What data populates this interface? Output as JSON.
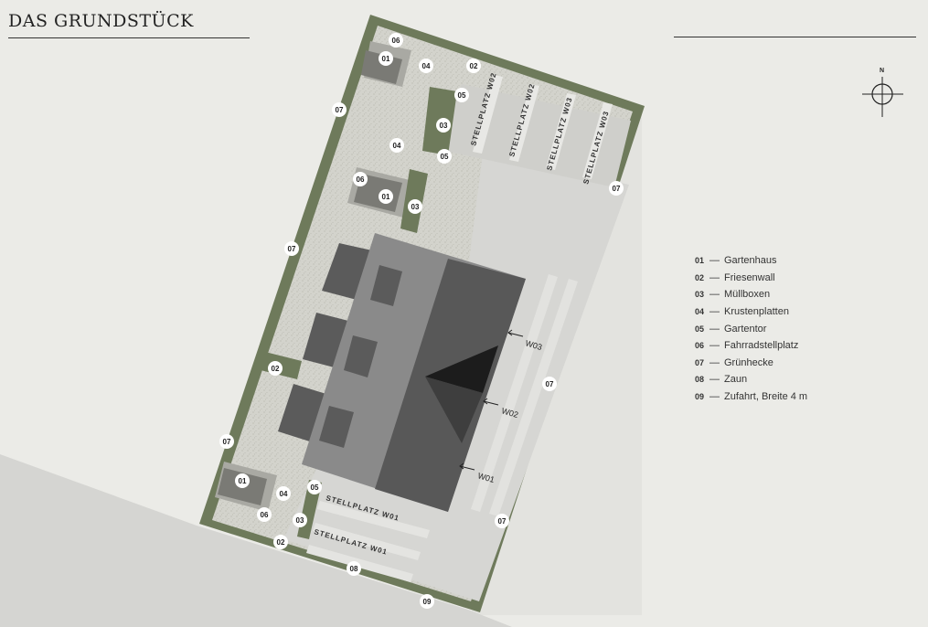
{
  "title": "DAS GRUNDSTÜCK",
  "compass": {
    "north_label": "N"
  },
  "legend": [
    {
      "num": "01",
      "label": "Gartenhaus"
    },
    {
      "num": "02",
      "label": "Friesenwall"
    },
    {
      "num": "03",
      "label": "Müllboxen"
    },
    {
      "num": "04",
      "label": "Krustenplatten"
    },
    {
      "num": "05",
      "label": "Gartentor"
    },
    {
      "num": "06",
      "label": "Fahrradstellplatz"
    },
    {
      "num": "07",
      "label": "Grünhecke"
    },
    {
      "num": "08",
      "label": "Zaun"
    },
    {
      "num": "09",
      "label": "Zufahrt, Breite 4 m"
    }
  ],
  "parking_labels": {
    "w02_a": "STELLPLATZ W02",
    "w02_b": "STELLPLATZ W02",
    "w03_a": "STELLPLATZ W03",
    "w03_b": "STELLPLATZ W03",
    "w01_a": "STELLPLATZ W01",
    "w01_b": "STELLPLATZ W01"
  },
  "entrance_labels": {
    "w03": "W03",
    "w02": "W02",
    "w01": "W01"
  },
  "markers": {
    "m06a": "06",
    "m01a": "01",
    "m04a": "04",
    "m02a": "02",
    "m05a": "05",
    "m07a": "07",
    "m03a": "03",
    "m04b": "04",
    "m05b": "05",
    "m06b": "06",
    "m01b": "01",
    "m03b": "03",
    "m07b": "07",
    "m07c": "07",
    "m02b": "02",
    "m07d": "07",
    "m07e": "07",
    "m01c": "01",
    "m04c": "04",
    "m05c": "05",
    "m06c": "06",
    "m03c": "03",
    "m02c": "02",
    "m07f": "07",
    "m08": "08",
    "m09": "09"
  }
}
